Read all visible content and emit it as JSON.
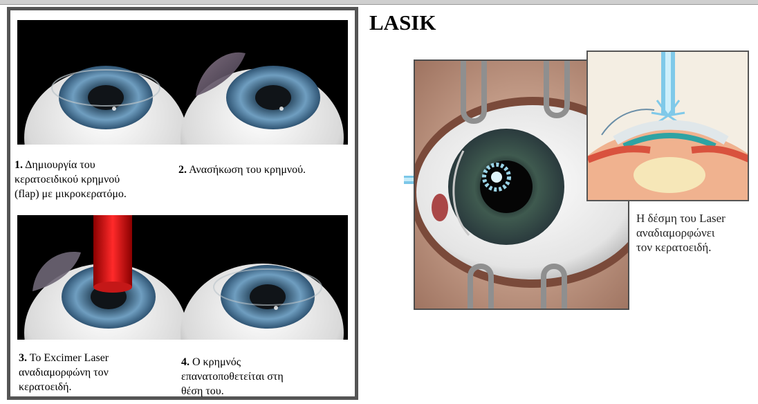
{
  "title": "LASIK",
  "steps": [
    {
      "number": "1.",
      "text_lines": [
        "Δημιουργία του",
        "κερατοειδικού κρημνού",
        "(flap) με  μικροκερατόμο."
      ]
    },
    {
      "number": "2.",
      "text_lines": [
        "Ανασήκωση του κρημνού."
      ]
    },
    {
      "number": "3.",
      "text_lines": [
        "Το Excimer Laser",
        "αναδιαμορφώνη τον",
        "κερατοειδή."
      ]
    },
    {
      "number": "4.",
      "text_lines": [
        "Ο κρημνός",
        "επανατοποθετείται στη",
        "θέση του."
      ]
    }
  ],
  "laser_caption_lines": [
    "Η δέσμη του Laser",
    "αναδιαμορφώνει",
    "τον κερατοειδή."
  ]
}
